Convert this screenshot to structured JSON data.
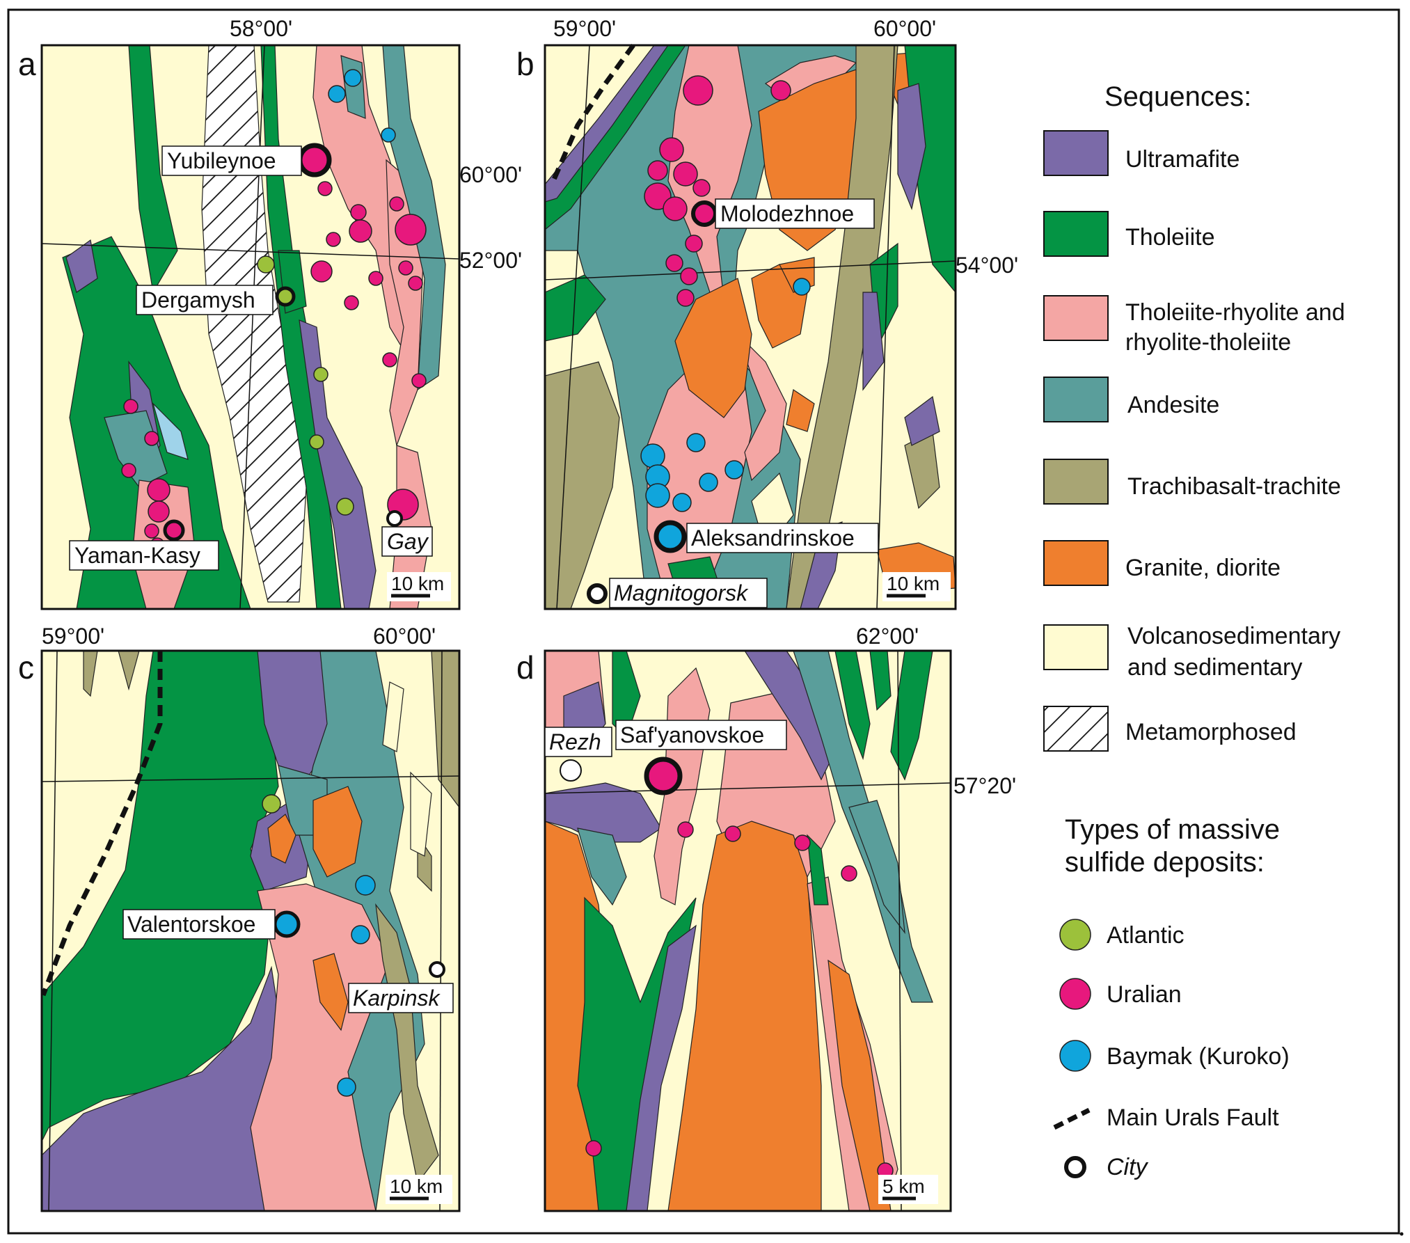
{
  "colors": {
    "ultramafite": "#7b6aa8",
    "tholeiite": "#049444",
    "tholeiite_rhyolite": "#f4a6a4",
    "andesite": "#5a9e9b",
    "trachibasalt": "#a8a574",
    "granite": "#ef7f2e",
    "volcanosedimentary": "#fffbd1",
    "lightblue": "#9fd3ea",
    "atlantic": "#9cc13b",
    "uralian": "#e7187d",
    "baymak": "#10a5dc",
    "city": "#ffffff"
  },
  "panels": {
    "a": {
      "letter": "a",
      "coord_top": "58°00'",
      "coord_right1": "60°00'",
      "coord_right2": "52°00'",
      "deposits": [
        "Yubileynoe",
        "Dergamysh",
        "Yaman-Kasy"
      ],
      "city": "Gay",
      "scale": "10 km"
    },
    "b": {
      "letter": "b",
      "coord_top1": "59°00'",
      "coord_top2": "60°00'",
      "coord_right": "54°00'",
      "deposits": [
        "Molodezhnoe",
        "Aleksandrinskoe"
      ],
      "city": "Magnitogorsk",
      "scale": "10 km"
    },
    "c": {
      "letter": "c",
      "coord_top1": "59°00'",
      "coord_top2": "60°00'",
      "deposits": [
        "Valentorskoe"
      ],
      "city": "Karpinsk",
      "scale": "10 km"
    },
    "d": {
      "letter": "d",
      "coord_top": "62°00'",
      "coord_right": "57°20'",
      "deposits": [
        "Saf'yanovskoe"
      ],
      "city": "Rezh",
      "scale": "5 km"
    }
  },
  "legend": {
    "sequences_title": "Sequences:",
    "sequences": [
      {
        "key": "ultramafite",
        "label": [
          "Ultramafite"
        ]
      },
      {
        "key": "tholeiite",
        "label": [
          "Tholeiite"
        ]
      },
      {
        "key": "tholeiite_rhyolite",
        "label": [
          "Tholeiite-rhyolite and",
          "rhyolite-tholeiite"
        ]
      },
      {
        "key": "andesite",
        "label": [
          "Andesite"
        ]
      },
      {
        "key": "trachibasalt",
        "label": [
          "Trachibasalt-trachite"
        ]
      },
      {
        "key": "granite",
        "label": [
          "Granite, diorite"
        ]
      },
      {
        "key": "volcanosedimentary",
        "label": [
          "Volcanosedimentary",
          "and sedimentary"
        ]
      },
      {
        "key": "metamorphosed",
        "label": [
          "Metamorphosed"
        ]
      }
    ],
    "types_title": [
      "Types of massive",
      "sulfide deposits:"
    ],
    "types": [
      {
        "key": "atlantic",
        "label": "Atlantic"
      },
      {
        "key": "uralian",
        "label": "Uralian"
      },
      {
        "key": "baymak",
        "label": "Baymak (Kuroko)"
      },
      {
        "key": "fault",
        "label": "Main Urals Fault"
      },
      {
        "key": "city",
        "label": "City"
      }
    ]
  }
}
